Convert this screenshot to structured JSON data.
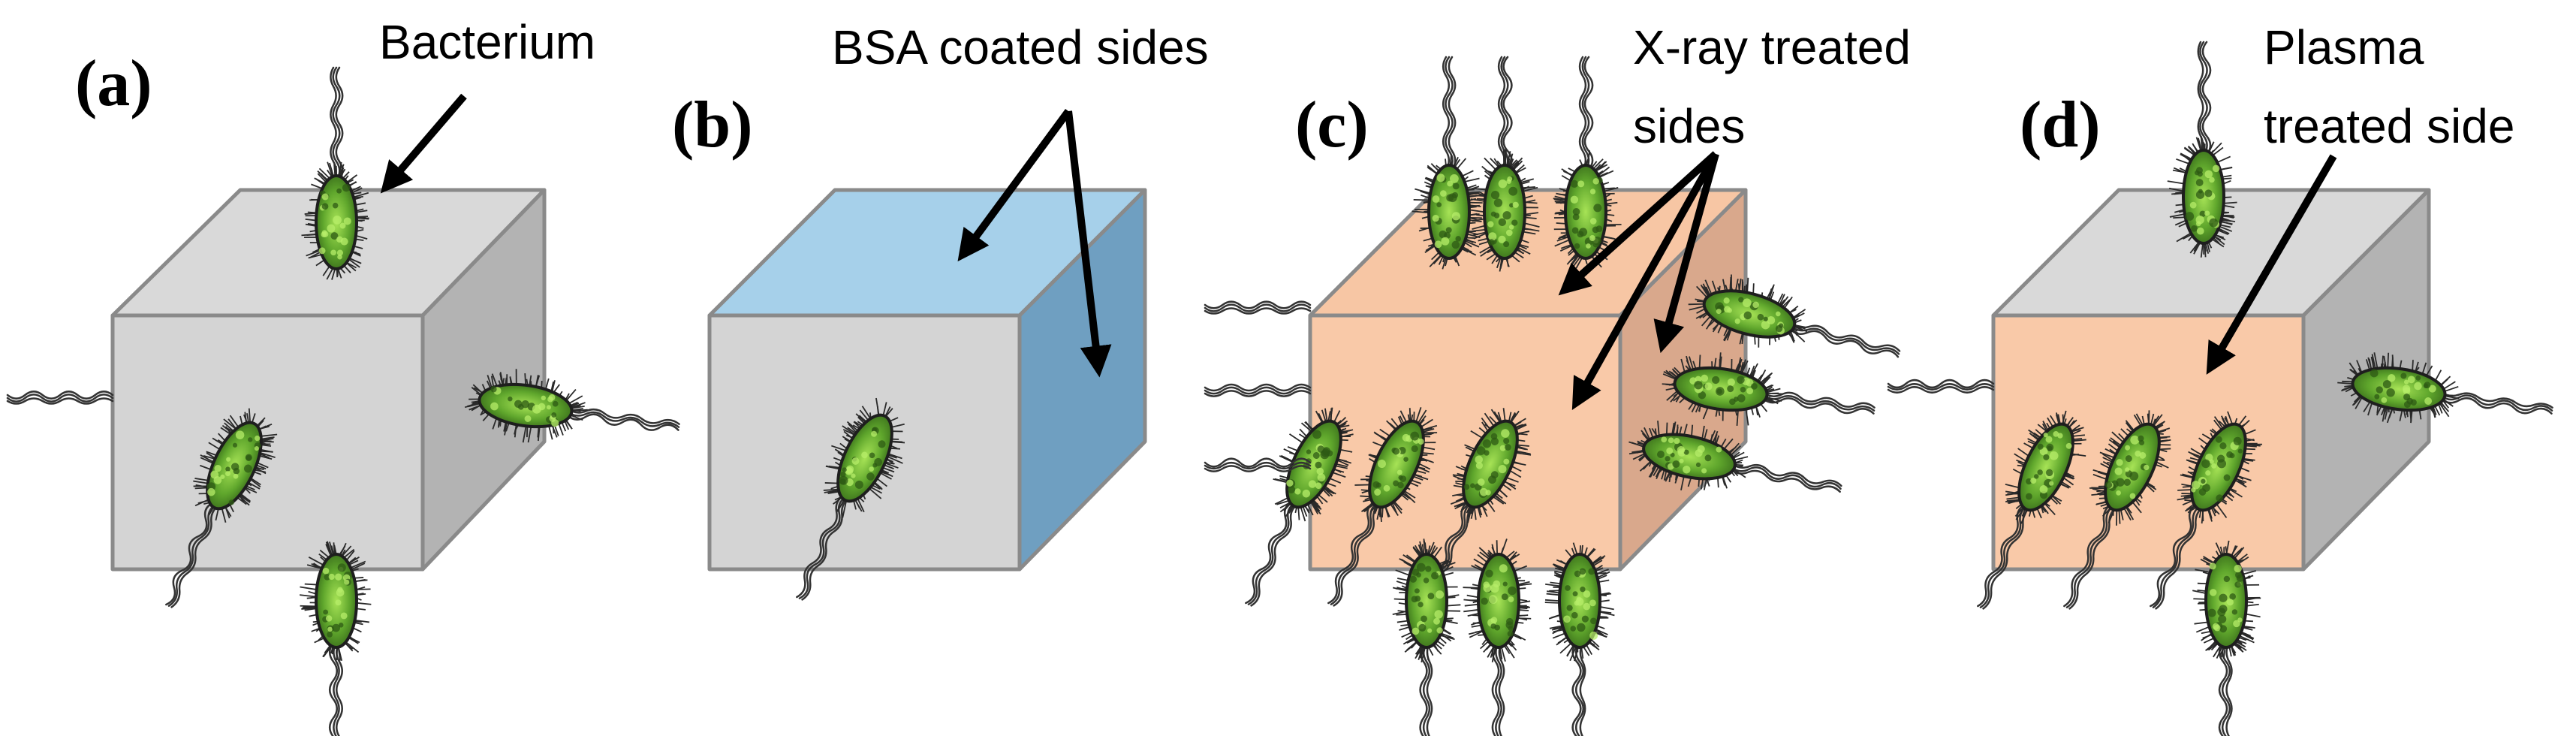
{
  "panels": [
    {
      "id": "a",
      "label": "(a)",
      "annotation": [
        "Bacterium"
      ],
      "colors": {
        "top": "#d9d9d9",
        "front": "#d4d4d4",
        "side": "#b3b3b3"
      }
    },
    {
      "id": "b",
      "label": "(b)",
      "annotation": [
        "BSA coated sides"
      ],
      "colors": {
        "top": "#a6d0ea",
        "front": "#d4d4d4",
        "side": "#6f9fc1"
      }
    },
    {
      "id": "c",
      "label": "(c)",
      "annotation": [
        "X-ray treated",
        "sides"
      ],
      "colors": {
        "top": "#f7c6a4",
        "front": "#f9c9a8",
        "side": "#d9a88c"
      }
    },
    {
      "id": "d",
      "label": "(d)",
      "annotation": [
        "Plasma",
        "treated side"
      ],
      "colors": {
        "top": "#d9d9d9",
        "front": "#f9c9a8",
        "side": "#b3b3b3"
      }
    }
  ],
  "colors": {
    "bacterium_body": "#5a9c2a",
    "bacterium_highlight": "#9be04a",
    "bacterium_outline": "#1e1e1e",
    "edge": "#8a8a8a",
    "arrow": "#000000"
  },
  "icons": {
    "bacterium": "bacterium-icon",
    "arrow": "arrow-icon"
  }
}
